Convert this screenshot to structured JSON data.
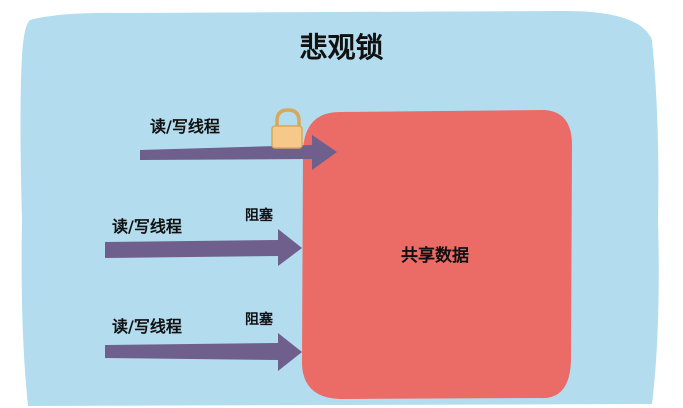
{
  "title": "悲观锁",
  "shared_data": {
    "label": "共享数据"
  },
  "threads": [
    {
      "label": "读/写线程",
      "state": "locked",
      "icon": "padlock-icon"
    },
    {
      "label": "读/写线程",
      "state": "blocked",
      "status_label": "阻塞"
    },
    {
      "label": "读/写线程",
      "state": "blocked",
      "status_label": "阻塞"
    }
  ],
  "colors": {
    "background": "#b3dcee",
    "shared_data": "#eb6b66",
    "arrow": "#6e5f8d",
    "lock_body": "#f6c889",
    "lock_shackle": "#d7a85a"
  }
}
